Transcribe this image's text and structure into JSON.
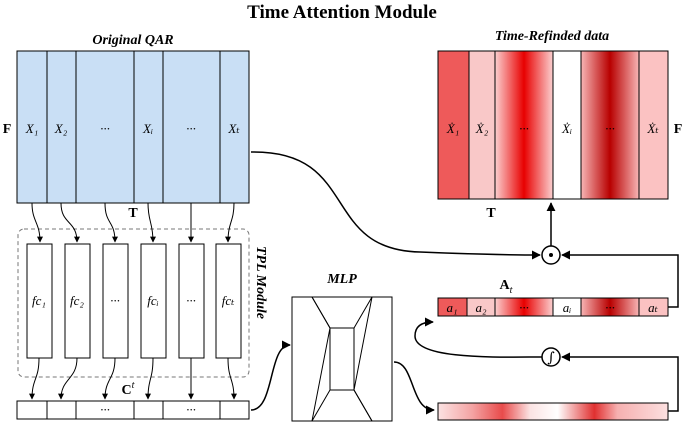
{
  "title": "Time Attention Module",
  "qar": {
    "label": "Original QAR",
    "axis_f": "F",
    "axis_t": "T",
    "columns": [
      "X₁",
      "X₂",
      "···",
      "Xᵢ",
      "···",
      "Xₜ"
    ]
  },
  "refined": {
    "label": "Time-Refinded data",
    "axis_f": "F",
    "axis_t": "T",
    "columns": [
      "Ẋ₁",
      "Ẋ₂",
      "···",
      "Ẋᵢ",
      "···",
      "Ẋₜ"
    ]
  },
  "tpl": {
    "label": "TPL Module",
    "fc": [
      "fc₁",
      "fc₂",
      "···",
      "fcᵢ",
      "···",
      "fcₜ"
    ]
  },
  "ct": {
    "label": "C",
    "label_sup": "t",
    "cells": [
      "",
      "",
      "···",
      "",
      "···",
      ""
    ]
  },
  "mlp": {
    "label": "MLP"
  },
  "attention": {
    "label": "A",
    "label_sub": "t",
    "cells": [
      "a₁",
      "a₂",
      "···",
      "aᵢ",
      "···",
      "aₜ"
    ]
  },
  "operators": {
    "multiply": "⊙",
    "sigmoid": "∫"
  },
  "colors": {
    "qar_fill": "#c9dff5",
    "red_strong": "#e8383a",
    "red_mid": "#f28a8a",
    "red_light": "#f9c6c6",
    "red_dark": "#b80000"
  }
}
